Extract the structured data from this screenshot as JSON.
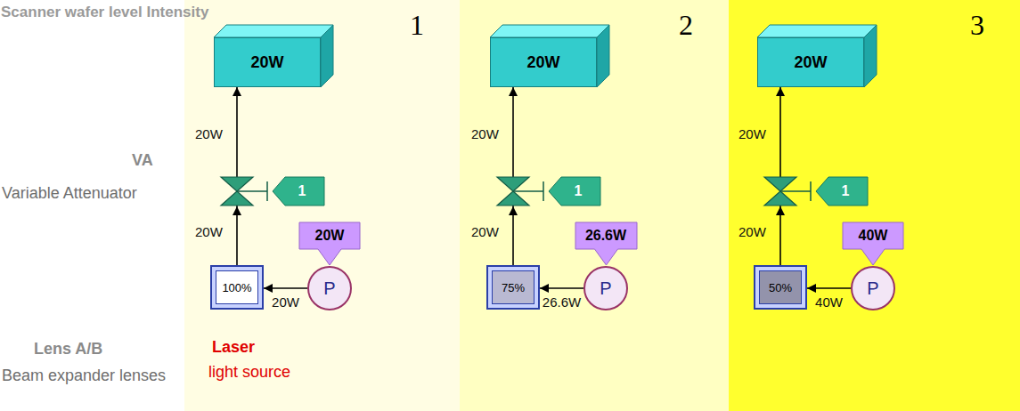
{
  "diagram": {
    "title": "Scanner wafer level Intensity",
    "nodes": [
      {
        "text": [
          "1"
        ]
      },
      {
        "text": [
          "20W"
        ],
        "in": 0
      },
      {
        "text": [
          "1"
        ],
        "in": 0
      },
      {
        "text": [
          "100%"
        ],
        "in": 0
      },
      {
        "text": [
          "P"
        ],
        "in": 0
      },
      {
        "text": [
          "20W"
        ],
        "in": 0
      },
      {
        "text": [
          "2"
        ]
      },
      {
        "text": [
          "20W"
        ],
        "in": 6
      },
      {
        "text": [
          "1"
        ],
        "in": 6
      },
      {
        "text": [
          "75%"
        ],
        "in": 6
      },
      {
        "text": [
          "P"
        ],
        "in": 6
      },
      {
        "text": [
          "26.6W"
        ],
        "in": 6
      },
      {
        "text": [
          "3"
        ]
      },
      {
        "text": [
          "20W"
        ],
        "in": 12
      },
      {
        "text": [
          "1"
        ],
        "in": 12
      },
      {
        "text": [
          "50%"
        ],
        "in": 12
      },
      {
        "text": [
          "P"
        ],
        "in": 12
      },
      {
        "text": [
          "40W"
        ],
        "in": 12
      }
    ],
    "edges": [
      {
        "from": 4,
        "to": 3,
        "arrow": "to",
        "label": "20W"
      },
      {
        "from": 3,
        "to": 1,
        "arrow": "to"
      },
      {
        "from": 10,
        "to": 9,
        "arrow": "to",
        "label": "26.6W"
      },
      {
        "from": 9,
        "to": 7,
        "arrow": "to"
      },
      {
        "from": 16,
        "to": 15,
        "arrow": "to",
        "label": "40W"
      },
      {
        "from": 15,
        "to": 13,
        "arrow": "to"
      }
    ],
    "labels": [
      "VA",
      "Variable Attenuator",
      "Lens A/B",
      "Beam expander lenses",
      "Laser",
      "light source",
      "20W",
      "20W",
      "20W",
      "20W",
      "20W",
      "20W"
    ]
  }
}
